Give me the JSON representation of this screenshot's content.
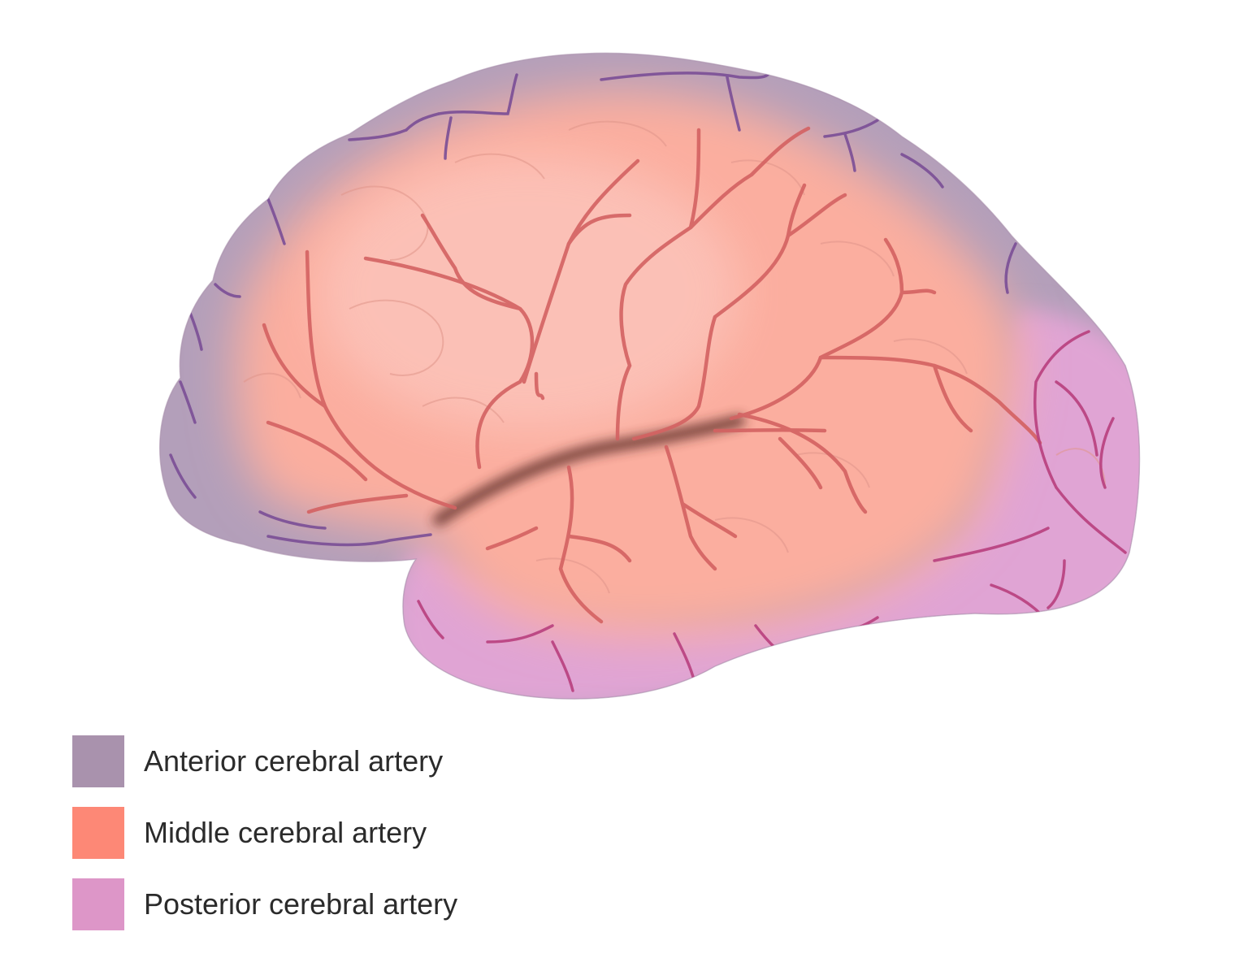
{
  "legend": {
    "items": [
      {
        "label": "Anterior cerebral artery",
        "color": "#a992ad"
      },
      {
        "label": "Middle cerebral artery",
        "color": "#fd8876"
      },
      {
        "label": "Posterior cerebral artery",
        "color": "#dd96c8"
      }
    ]
  },
  "colors": {
    "anterior_region": "#b39fba",
    "middle_region": "#fbb0a4",
    "posterior_region": "#e0a4d4",
    "anterior_vessel": "#7a4e96",
    "middle_vessel": "#d46262",
    "posterior_vessel": "#b8407e",
    "sulcus_line": "#e89a8f"
  }
}
